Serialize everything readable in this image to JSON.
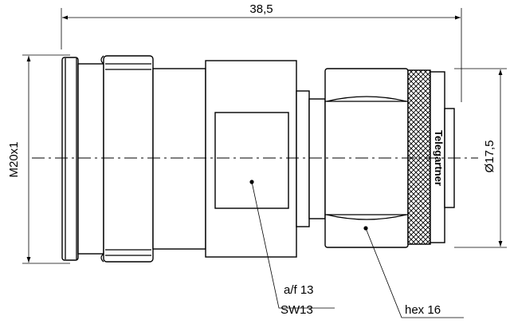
{
  "dimensions": {
    "overall_length": "38,5",
    "thread": "M20x1",
    "diameter": "Ø17,5"
  },
  "callouts": {
    "across_flats_1": "a/f 13",
    "across_flats_2": "SW13",
    "hex": "hex 16"
  },
  "brand": "Telegartner"
}
